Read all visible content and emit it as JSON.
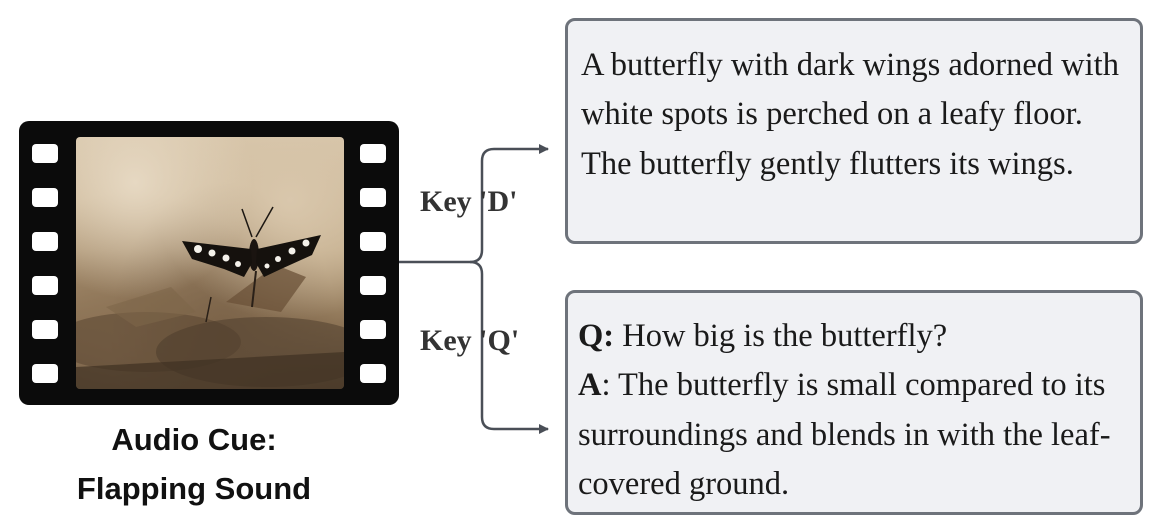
{
  "film": {
    "audio_cue_title": "Audio Cue:",
    "audio_cue_value": "Flapping Sound",
    "icon": "butterfly-video-frame"
  },
  "keys": {
    "d_label": "Key 'D'",
    "q_label": "Key 'Q'"
  },
  "description_box": {
    "text": "A butterfly with dark wings adorned with white spots is perched on a leafy floor. The butterfly gently flutters its wings."
  },
  "qa_box": {
    "q_prefix": "Q:",
    "question": " How big is the butterfly?",
    "a_prefix": "A",
    "answer": ": The butterfly is small compared to its surroundings and blends in with the leaf-covered ground."
  },
  "colors": {
    "connector": "#4a4f57",
    "box_border": "#6e737b",
    "box_fill": "#f0f1f4",
    "film": "#0b0b0b"
  }
}
